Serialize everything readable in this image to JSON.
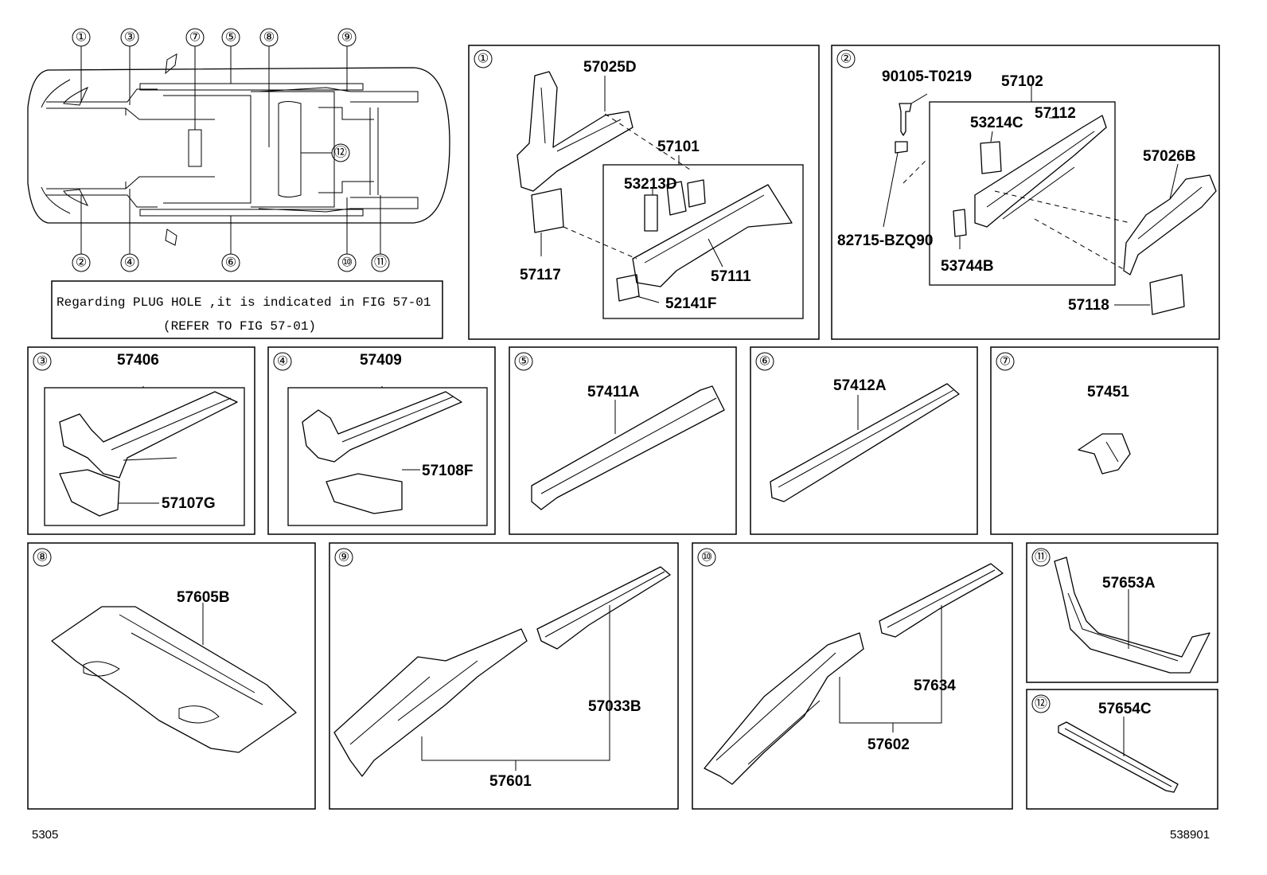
{
  "overview": {
    "callouts": [
      "①",
      "③",
      "⑦",
      "⑤",
      "⑧",
      "⑨",
      "⑫",
      "②",
      "④",
      "⑥",
      "⑩",
      "⑪"
    ]
  },
  "note": {
    "line1": "Regarding PLUG HOLE ,it is indicated in FIG 57-01",
    "line2": "(REFER TO FIG 57-01)"
  },
  "panels": {
    "p1": {
      "index": "①",
      "parts": [
        "57025D",
        "57101",
        "53213D",
        "57117",
        "57111",
        "52141F"
      ]
    },
    "p2": {
      "index": "②",
      "parts": [
        "90105-T0219",
        "57102",
        "53214C",
        "57112",
        "57026B",
        "82715-BZQ90",
        "53744B",
        "57118"
      ]
    },
    "p3": {
      "index": "③",
      "parts": [
        "57406",
        "57107G"
      ]
    },
    "p4": {
      "index": "④",
      "parts": [
        "57409",
        "57108F"
      ]
    },
    "p5": {
      "index": "⑤",
      "parts": [
        "57411A"
      ]
    },
    "p6": {
      "index": "⑥",
      "parts": [
        "57412A"
      ]
    },
    "p7": {
      "index": "⑦",
      "parts": [
        "57451"
      ]
    },
    "p8": {
      "index": "⑧",
      "parts": [
        "57605B"
      ]
    },
    "p9": {
      "index": "⑨",
      "parts": [
        "57033B",
        "57601"
      ]
    },
    "p10": {
      "index": "⑩",
      "parts": [
        "57634",
        "57602"
      ]
    },
    "p11": {
      "index": "⑪",
      "parts": [
        "57653A"
      ]
    },
    "p12": {
      "index": "⑫",
      "parts": [
        "57654C"
      ]
    }
  },
  "footer": {
    "left": "5305",
    "right": "538901"
  }
}
